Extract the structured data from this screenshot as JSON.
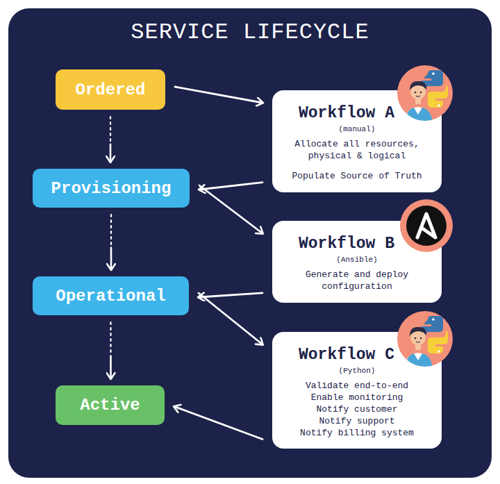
{
  "diagram": {
    "title": "SERVICE LIFECYCLE",
    "nodes": [
      {
        "text": [
          "Ordered"
        ]
      },
      {
        "text": [
          "Provisioning"
        ]
      },
      {
        "text": [
          "Operational"
        ]
      },
      {
        "text": [
          "Active"
        ]
      },
      {
        "text": [
          "Workflow A",
          "(manual)",
          "Allocate all resources, physical & logical",
          "Populate Source of Truth"
        ]
      },
      {
        "text": [
          "Workflow B",
          "(Ansible)",
          "Generate and deploy configuration"
        ]
      },
      {
        "text": [
          "Workflow C",
          "(Python)",
          "Validate end-to-end",
          "Enable monitoring",
          "Notify customer",
          "Notify support",
          "Notify billing system"
        ]
      }
    ],
    "edges": [
      {
        "from": 0,
        "to": 1,
        "arrow": "to"
      },
      {
        "from": 1,
        "to": 2,
        "arrow": "to"
      },
      {
        "from": 2,
        "to": 3,
        "arrow": "to"
      },
      {
        "from": 0,
        "to": 4,
        "arrow": "to"
      },
      {
        "from": 4,
        "to": 1,
        "arrow": "to"
      },
      {
        "from": 1,
        "to": 5,
        "arrow": "to"
      },
      {
        "from": 5,
        "to": 2,
        "arrow": "to"
      },
      {
        "from": 2,
        "to": 6,
        "arrow": "to"
      },
      {
        "from": 6,
        "to": 3,
        "arrow": "to"
      }
    ]
  }
}
